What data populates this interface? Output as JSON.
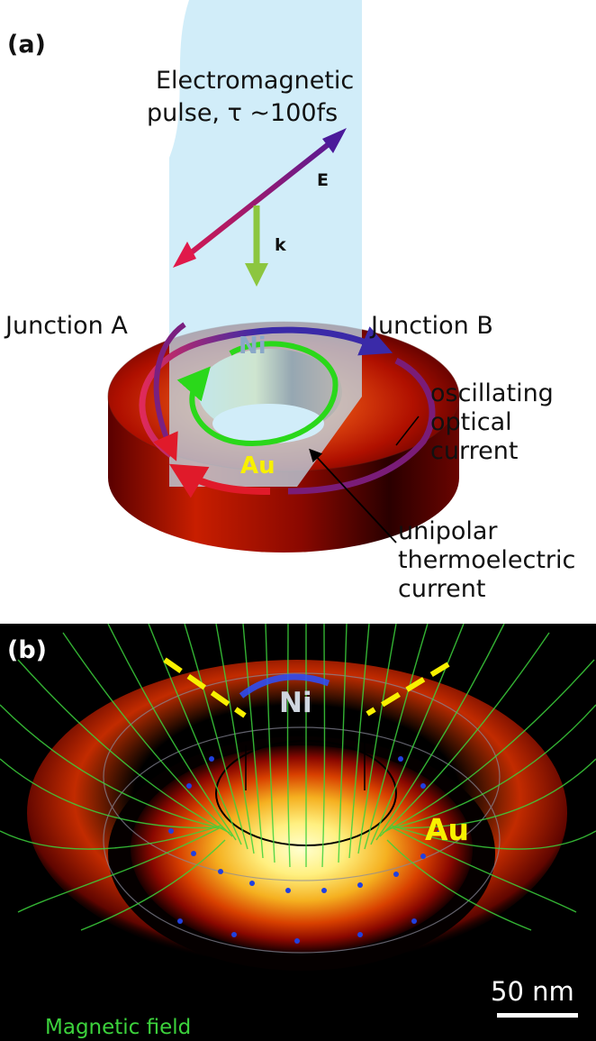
{
  "panel_a": {
    "label": "(a)",
    "pulse_line1": "Electromagnetic",
    "pulse_line2": "pulse, τ ~100fs",
    "e_label": "E",
    "k_label": "k",
    "junction_a": "Junction A",
    "junction_b": "Junction B",
    "ni_label": "Ni",
    "au_label": "Au",
    "osc_line1": "oscillating",
    "osc_line2": "optical",
    "osc_line3": "current",
    "uni_line1": "unipolar",
    "uni_line2": "thermoelectric",
    "uni_line3": "current"
  },
  "panel_b": {
    "label": "(b)",
    "ni_label": "Ni",
    "au_label": "Au",
    "scale_label": "50 nm",
    "legend": "Magnetic field"
  },
  "colors": {
    "pulse_sheet": "#bfe6f7",
    "e_arrow_start": "#e0194a",
    "e_arrow_end": "#4b1a9a",
    "k_arrow": "#8cc63f",
    "optical_current": "#3a2aa8",
    "thermo_current": "#2ad81a",
    "au_text": "#f8f000",
    "field_lines": "#3cd23c"
  }
}
